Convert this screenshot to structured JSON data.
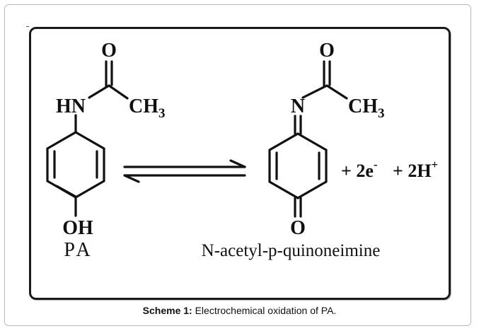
{
  "reactant": {
    "atoms": {
      "carbonyl_o": "O",
      "amine": "HN",
      "methyl": "CH",
      "methyl_sub": "3",
      "hydroxyl": "OH"
    },
    "label": "PA"
  },
  "product": {
    "atoms": {
      "carbonyl_o": "O",
      "imine_n": "N",
      "methyl": "CH",
      "methyl_sub": "3",
      "ring_o": "O"
    },
    "label": "N-acetyl-p-quinoneimine"
  },
  "byproducts": {
    "term1_prefix": "+ 2e",
    "term1_sup": "-",
    "term2_prefix": "+ 2H",
    "term2_sup": "+"
  },
  "caption": {
    "lead": "Scheme 1:",
    "text": " Electrochemical oxidation of PA."
  }
}
